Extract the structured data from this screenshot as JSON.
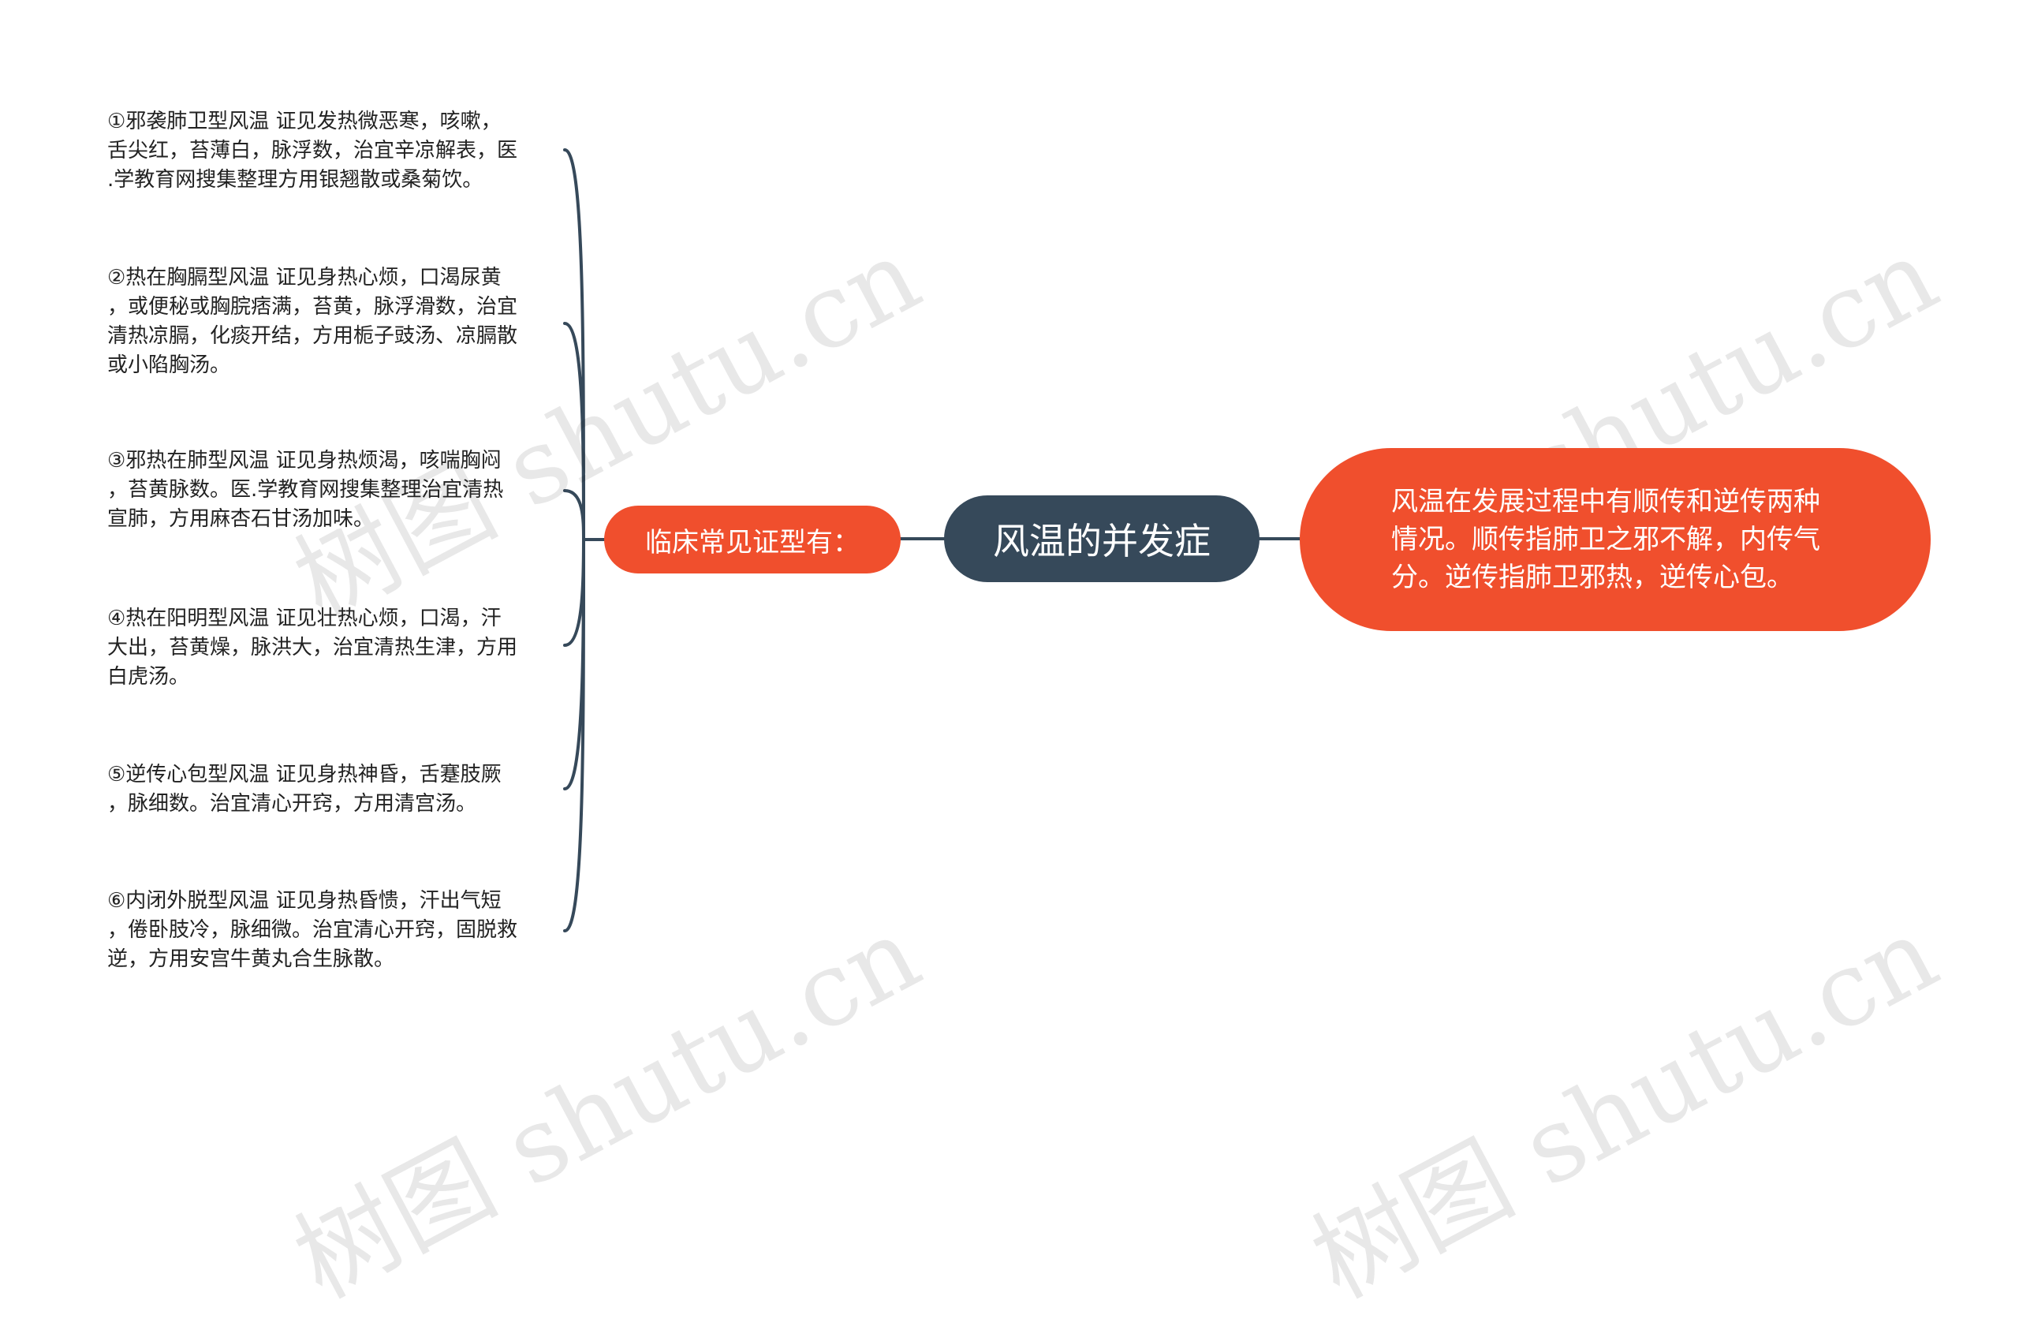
{
  "central_topic": "风温的并发症",
  "left_branch": {
    "label": "临床常见证型有：",
    "items": [
      "①邪袭肺卫型风温 证见发热微恶寒，咳嗽，\n舌尖红，苔薄白，脉浮数，治宜辛凉解表，医\n.学教育网搜集整理方用银翘散或桑菊饮。",
      "②热在胸膈型风温 证见身热心烦，口渴尿黄\n，或便秘或胸脘痞满，苔黄，脉浮滑数，治宜\n清热凉膈，化痰开结，方用栀子豉汤、凉膈散\n或小陷胸汤。",
      "③邪热在肺型风温 证见身热烦渴，咳喘胸闷\n，苔黄脉数。医.学教育网搜集整理治宜清热\n宣肺，方用麻杏石甘汤加味。",
      "④热在阳明型风温 证见壮热心烦，口渴，汗\n大出，苔黄燥，脉洪大，治宜清热生津，方用\n白虎汤。",
      "⑤逆传心包型风温 证见身热神昏，舌蹇肢厥\n，脉细数。治宜清心开窍，方用清宫汤。",
      "⑥内闭外脱型风温 证见身热昏愦，汗出气短\n，倦卧肢冷，脉细微。治宜清心开窍，固脱救\n逆，方用安宫牛黄丸合生脉散。"
    ]
  },
  "right_branch": {
    "text": "风温在发展过程中有顺传和逆传两种情况。顺传指肺卫之邪不解，内传气分。逆传指肺卫邪热，逆传心包。"
  },
  "watermarks": [
    "树图 shutu.cn",
    "树图 shutu.cn",
    "树图 shutu.cn",
    "树图 shutu.cn"
  ],
  "colors": {
    "central_bg": "#36495a",
    "branch_bg": "#f04f2d",
    "connector": "#36495a"
  }
}
